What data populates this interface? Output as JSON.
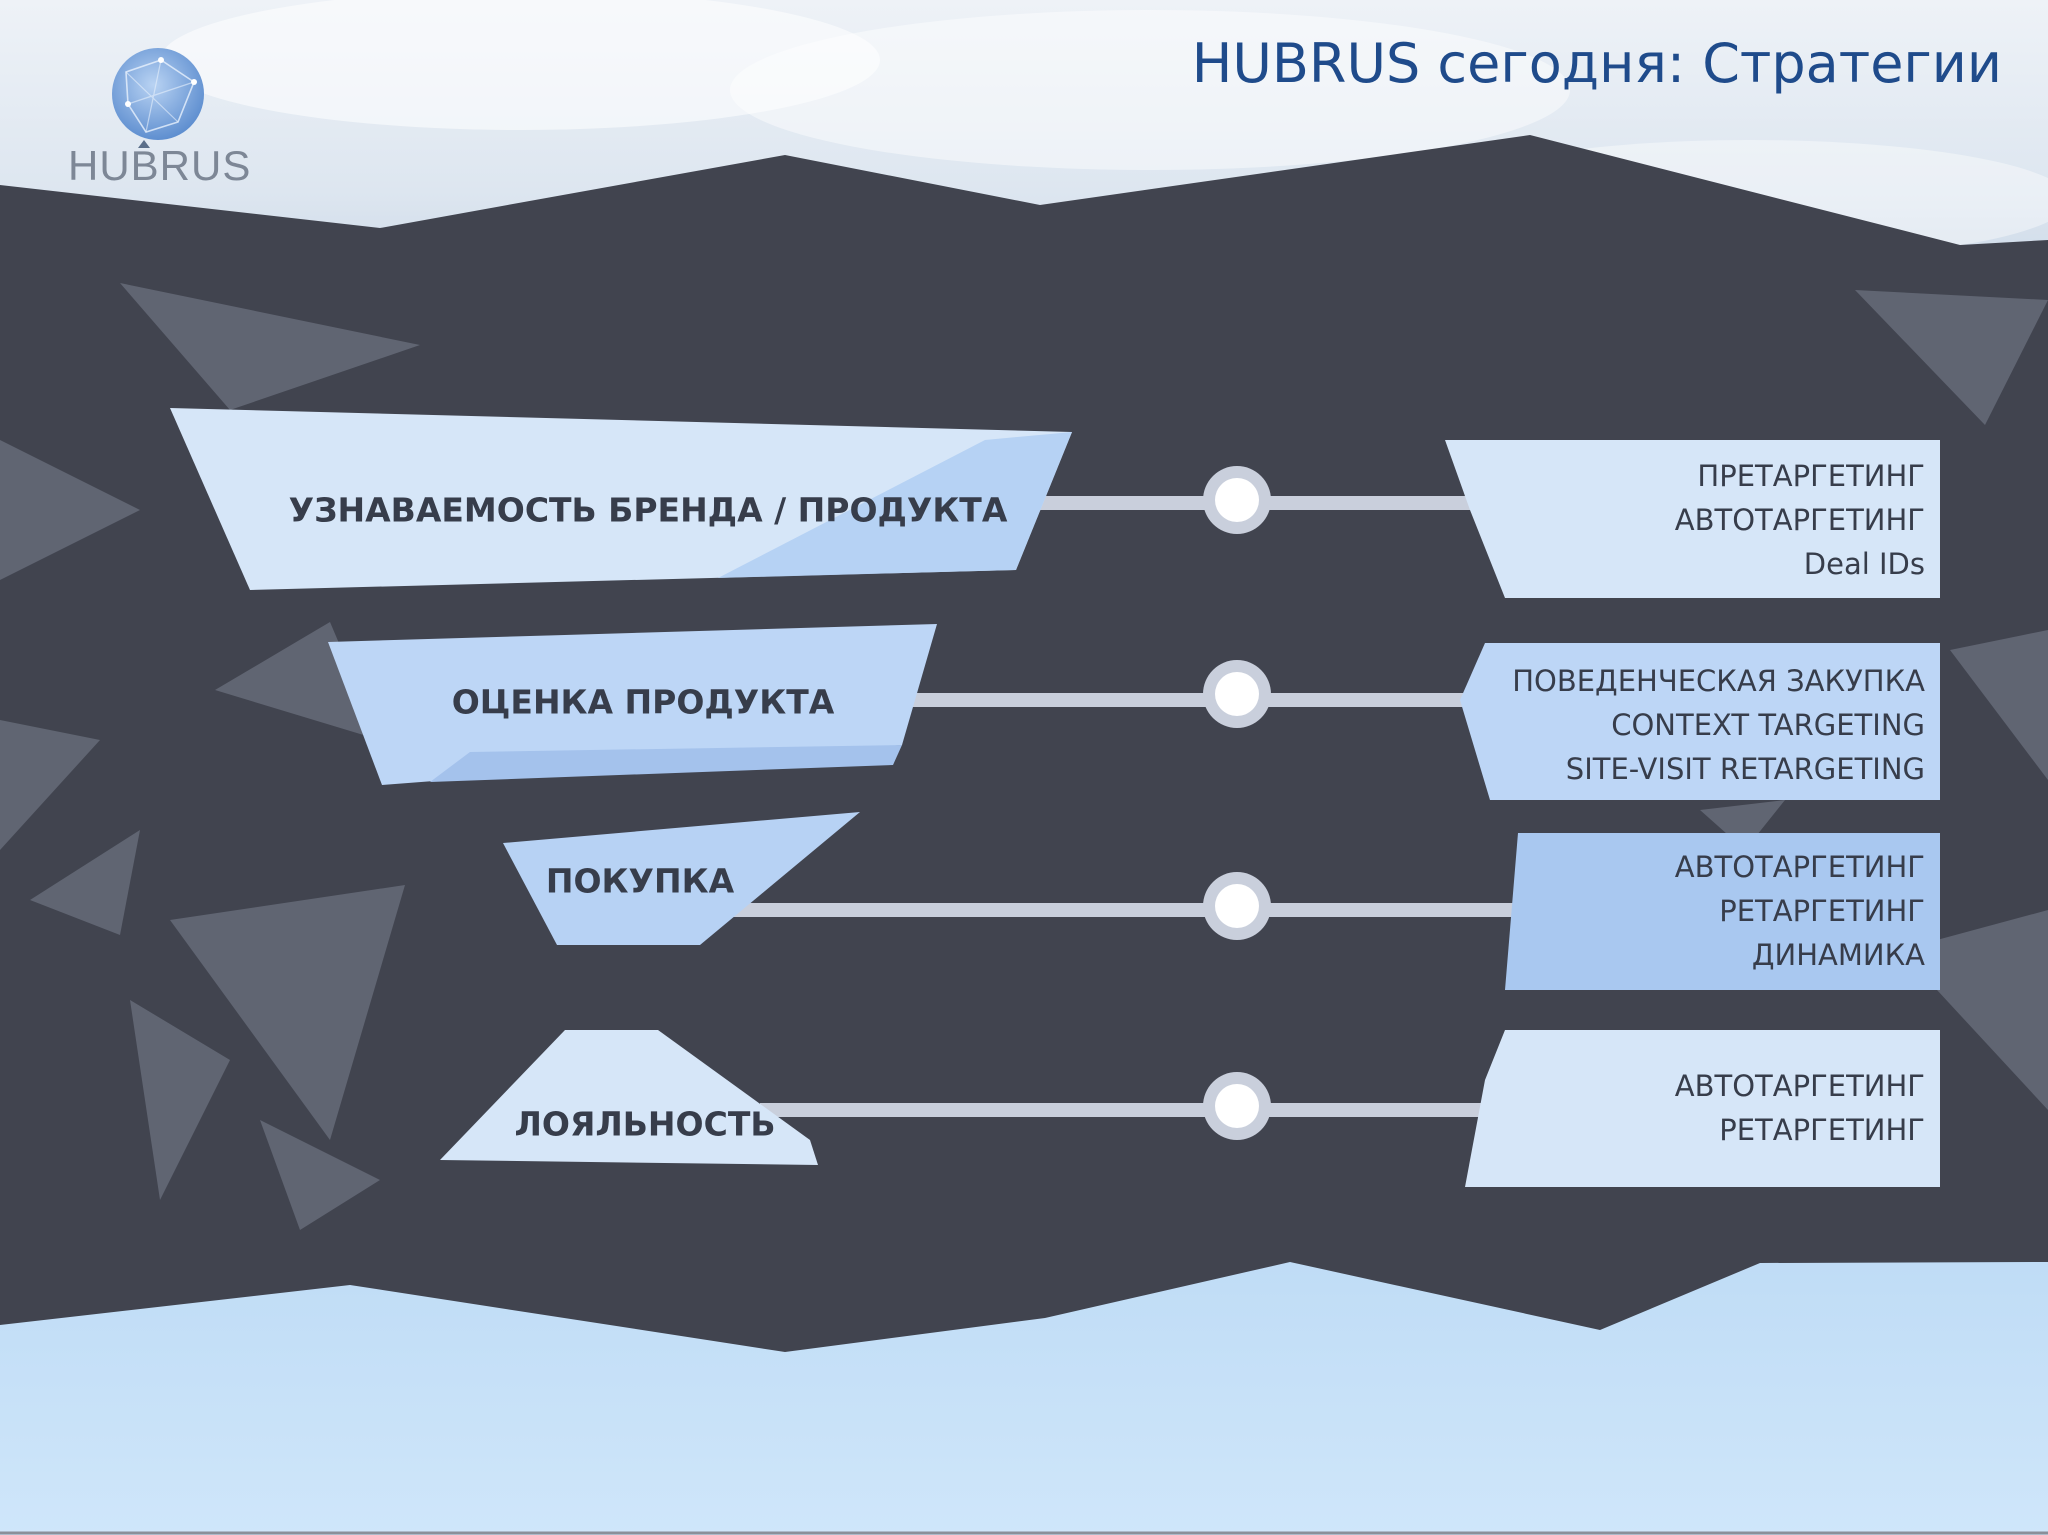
{
  "header": {
    "title": "HUBRUS сегодня: Стратегии",
    "logo_text": "HUBRUS"
  },
  "stages": [
    {
      "label": "УЗНАВАЕМОСТЬ БРЕНДА / ПРОДУКТА",
      "tactics": [
        "ПРЕТАРГЕТИНГ",
        "АВТОТАРГЕТИНГ",
        "Deal IDs"
      ]
    },
    {
      "label": "ОЦЕНКА ПРОДУКТА",
      "tactics": [
        "ПОВЕДЕНЧЕСКАЯ ЗАКУПКА",
        "CONTEXT  TARGETING",
        "SITE-VISIT RETARGETING"
      ]
    },
    {
      "label": "ПОКУПКА",
      "tactics": [
        "АВТОТАРГЕТИНГ",
        "РЕТАРГЕТИНГ",
        "ДИНАМИКА"
      ]
    },
    {
      "label": "ЛОЯЛЬНОСТЬ",
      "tactics": [
        "АВТОТАРГЕТИНГ",
        "РЕТАРГЕТИНГ"
      ]
    }
  ],
  "colors": {
    "band": "#41444f",
    "shape_light": "#d6e6f8",
    "shape_mid": "#bdd6f6",
    "shape_accent": "#a9c8f0",
    "connector": "#c9cfdc",
    "title": "#1f4b8b"
  }
}
